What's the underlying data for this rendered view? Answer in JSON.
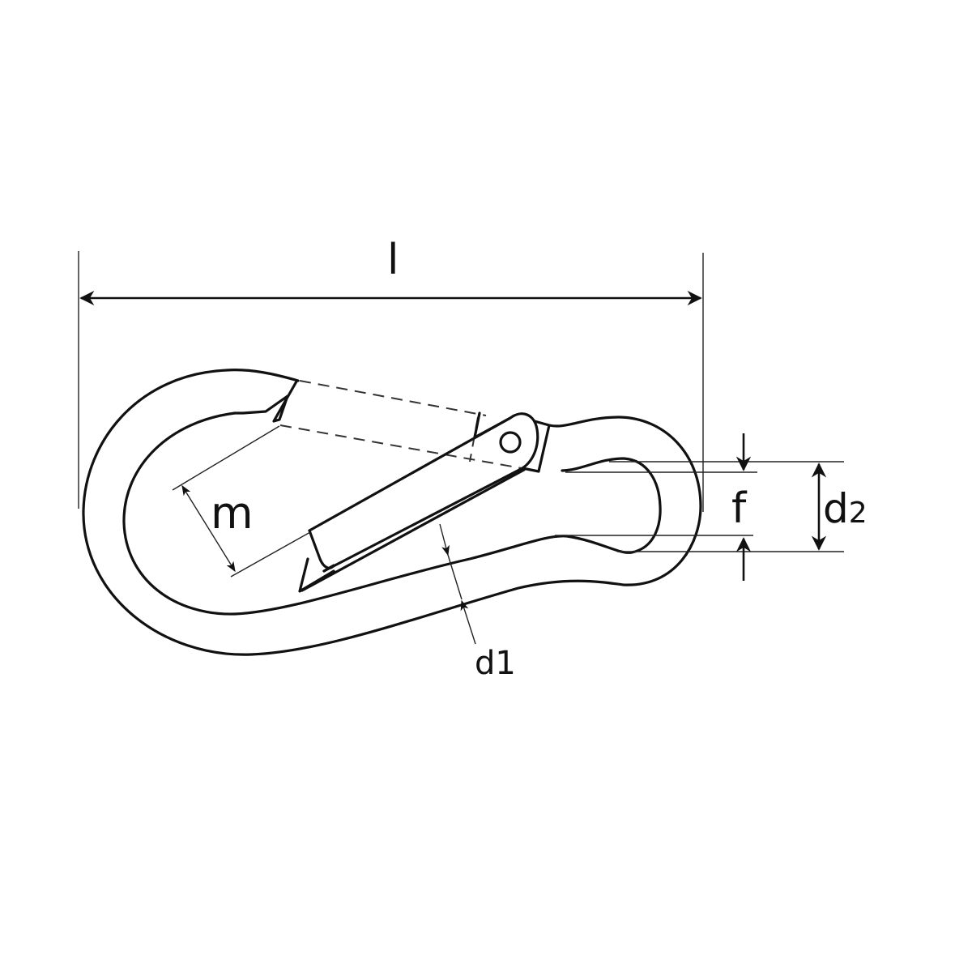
{
  "diagram": {
    "subject": "Snap hook (carabiner) dimension drawing",
    "background_color": "#ffffff",
    "line_color": "#111111",
    "dimensions": {
      "length": {
        "label": "l"
      },
      "opening": {
        "label": "m"
      },
      "eye_inner": {
        "label": "f"
      },
      "eye_outer": {
        "label": "d",
        "subscript": "2"
      },
      "wire": {
        "label": "d1"
      }
    }
  }
}
